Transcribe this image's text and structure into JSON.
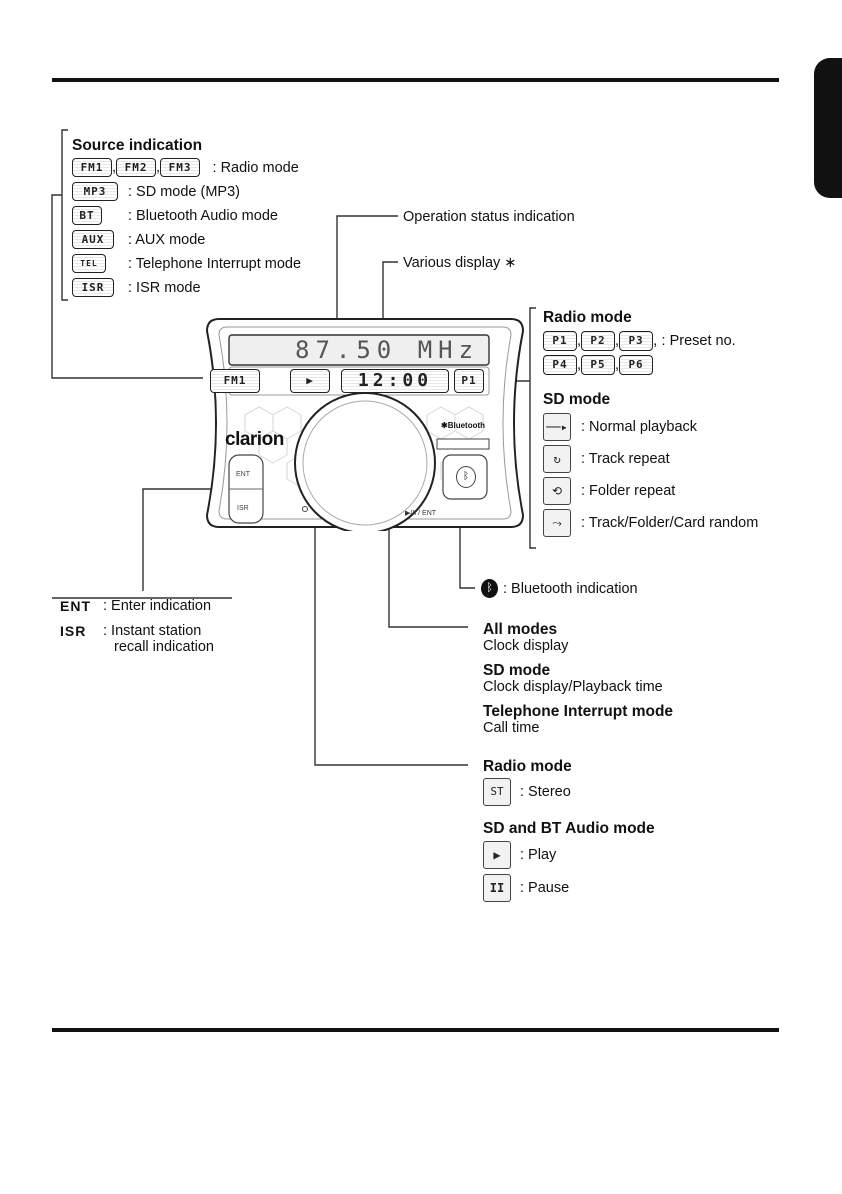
{
  "source_indication": {
    "heading": "Source indication",
    "rows": [
      {
        "icons": [
          "FM1",
          "FM2",
          "FM3"
        ],
        "separator": ",",
        "text": ": Radio mode"
      },
      {
        "icons": [
          "MP3"
        ],
        "text": ": SD mode (MP3)"
      },
      {
        "icons": [
          "BT"
        ],
        "text": ": Bluetooth Audio mode"
      },
      {
        "icons": [
          "AUX"
        ],
        "text": ": AUX mode"
      },
      {
        "icons": [
          "TEL"
        ],
        "text": ": Telephone Interrupt mode"
      },
      {
        "icons": [
          "ISR"
        ],
        "text": ": ISR mode"
      }
    ]
  },
  "callouts": {
    "operation_status": "Operation status indication",
    "various_display": "Various display ∗",
    "bluetooth_indication": ": Bluetooth indication",
    "enter_icon": "ENT",
    "enter_text": ": Enter indication",
    "isr_icon": "ISR",
    "isr_text_1": ": Instant station",
    "isr_text_2": "recall indication"
  },
  "device": {
    "frequency": "87.50 MHz",
    "source": "FM1",
    "status": "▶",
    "clock": "12:00",
    "preset": "P1",
    "brand": "clarion",
    "bluetooth_logo": "Bluetooth",
    "btn_ent": "ENT",
    "btn_isr": "ISR",
    "bottom_label": "▶/II / ENT"
  },
  "radio_mode_right": {
    "heading": "Radio mode",
    "preset_icons_1": [
      "P1",
      "P2",
      "P3"
    ],
    "preset_icons_2": [
      "P4",
      "P5",
      "P6"
    ],
    "text": ": Preset no."
  },
  "sd_mode_right": {
    "heading": "SD mode",
    "items": [
      {
        "icon": "──▸",
        "text": ": Normal playback"
      },
      {
        "icon": "↻",
        "text": ": Track repeat"
      },
      {
        "icon": "⟲",
        "text": ": Folder repeat"
      },
      {
        "icon": "⤳",
        "text": ": Track/Folder/Card random"
      }
    ]
  },
  "clock_notes": [
    {
      "heading": "All modes",
      "text": "Clock display"
    },
    {
      "heading": "SD mode",
      "text": "Clock display/Playback time"
    },
    {
      "heading": "Telephone Interrupt mode",
      "text": "Call time"
    }
  ],
  "radio_mode_bottom": {
    "heading": "Radio mode",
    "icon": "ST",
    "text": ": Stereo"
  },
  "sd_bt_mode": {
    "heading": "SD and BT Audio mode",
    "items": [
      {
        "icon": "▶",
        "text": ": Play"
      },
      {
        "icon": "II",
        "text": ": Pause"
      }
    ]
  }
}
